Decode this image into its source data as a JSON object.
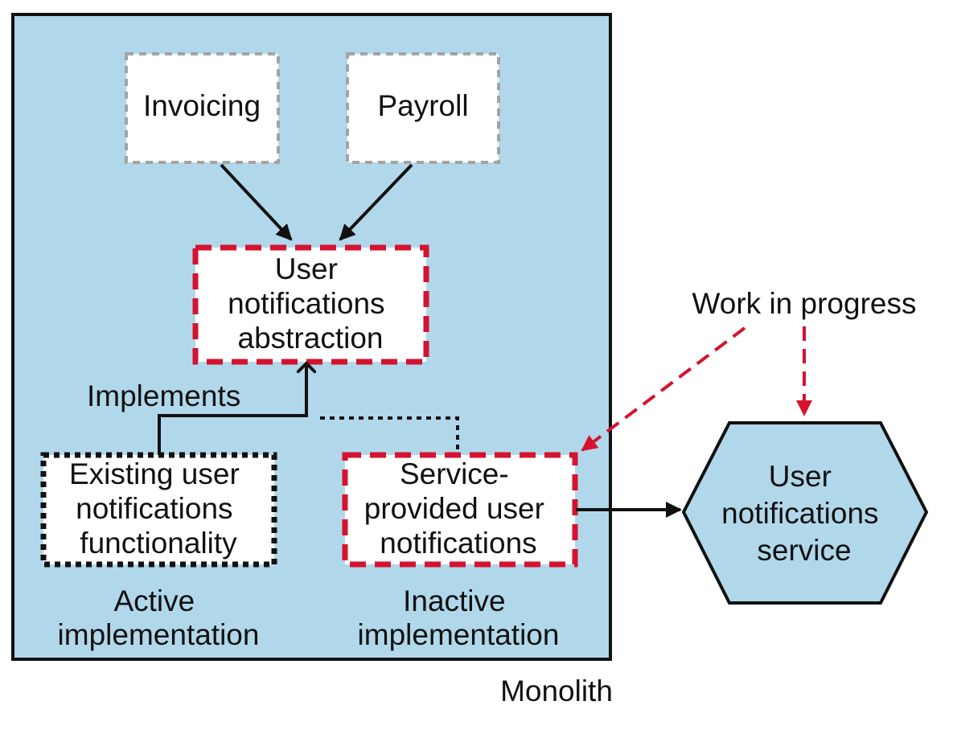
{
  "colors": {
    "panel_fill": "#b1d8ea",
    "panel_stroke": "#111111",
    "box_fill": "#ffffff",
    "grey_dash": "#a3a3a3",
    "black_dash": "#111111",
    "red_dash": "#d5122f",
    "arrow": "#111111",
    "hexagon_fill": "#b1d8ea"
  },
  "monolith": {
    "label": "Monolith"
  },
  "boxes": {
    "invoicing": {
      "label": "Invoicing"
    },
    "payroll": {
      "label": "Payroll"
    },
    "abstraction": {
      "lines": [
        "User",
        "notifications",
        "abstraction"
      ]
    },
    "existing": {
      "lines": [
        "Existing user",
        "notifications",
        "functionality"
      ]
    },
    "service_provided": {
      "lines": [
        "Service-",
        "provided user",
        "notifications"
      ]
    }
  },
  "captions": {
    "active": [
      "Active",
      "implementation"
    ],
    "inactive": [
      "Inactive",
      "implementation"
    ],
    "implements": "Implements",
    "work_in_progress": "Work in progress"
  },
  "service": {
    "lines": [
      "User",
      "notifications",
      "service"
    ],
    "icon": "hexagon-shape"
  }
}
